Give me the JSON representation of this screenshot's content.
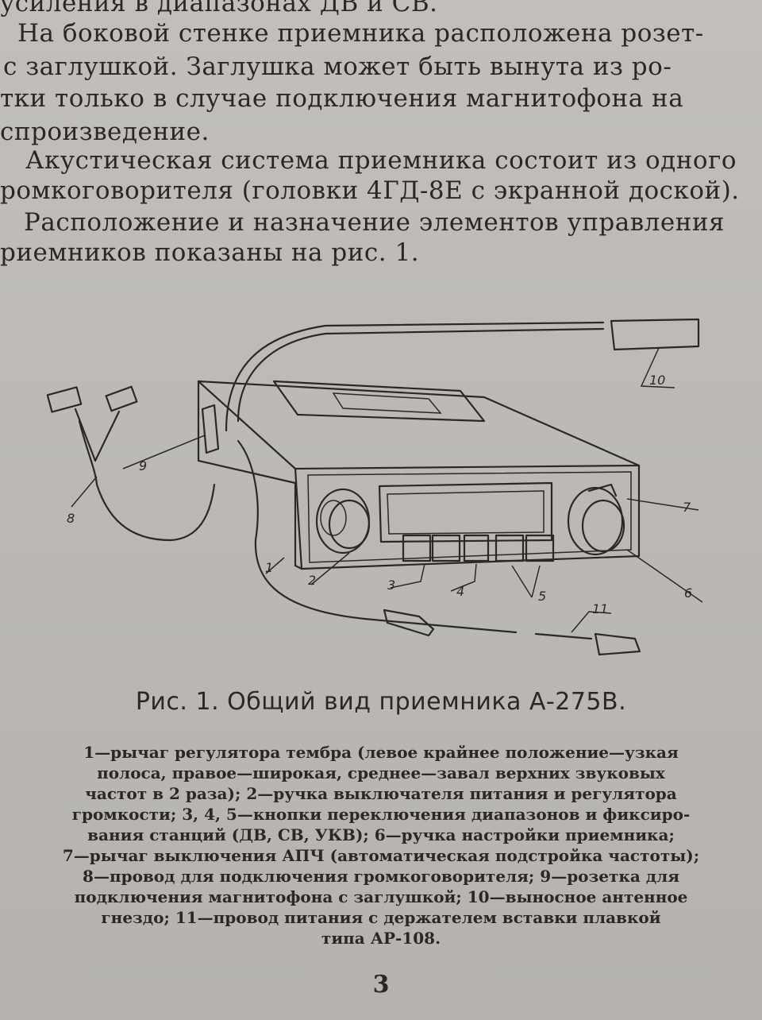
{
  "body_text": [
    "усиления в диапазонах ДВ и СВ.",
    "На боковой стенке приемника расположена розет-",
    "с заглушкой. Заглушка может быть вынута из ро-",
    "тки только  в  случае подключения магнитофона на",
    "спроизведение.",
    "Акустическая система приемника состоит из одного",
    "ромкоговорителя (головки 4ГД-8Е с экранной доской).",
    "Расположение и назначение элементов  управления",
    "риемников показаны на рис. 1."
  ],
  "figure": {
    "labels": [
      "1",
      "2",
      "3",
      "4",
      "5",
      "6",
      "7",
      "8",
      "9",
      "10",
      "11"
    ],
    "caption": "Рис. 1.  Общий вид приемника А-275В."
  },
  "legend": [
    "1—рычаг регулятора тембра (левое крайнее положение—узкая",
    "полоса, правое—широкая, среднее—завал верхних звуковых",
    "частот в 2 раза); 2—ручка выключателя питания и регулятора",
    "громкости; 3, 4, 5—кнопки переключения диапазонов и фиксиро-",
    "вания станций (ДВ, СВ, УКВ); 6—ручка настройки приемника;",
    "7—рычаг выключения АПЧ (автоматическая подстройка частоты);",
    "8—провод для подключения громкоговорителя; 9—розетка для",
    "подключения магнитофона с заглушкой; 10—выносное антенное",
    "гнездо; 11—провод питания с держателем вставки плавкой",
    "типа АР-108."
  ],
  "page_number": "3"
}
